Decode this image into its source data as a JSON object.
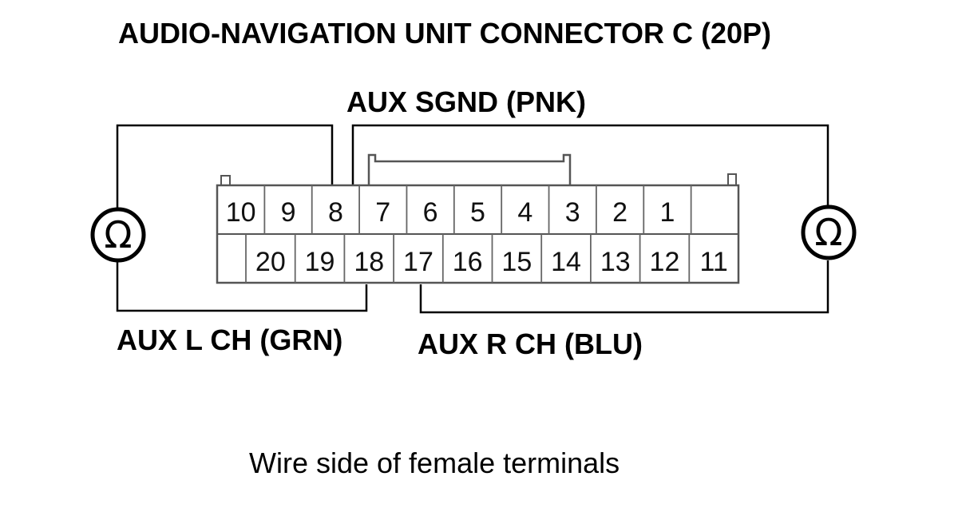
{
  "title": "AUDIO-NAVIGATION UNIT CONNECTOR C (20P)",
  "labels": {
    "aux_sgnd": "AUX SGND (PNK)",
    "aux_l_ch": "AUX L CH (GRN)",
    "aux_r_ch": "AUX R CH (BLU)"
  },
  "footer": "Wire side of female terminals",
  "connector": {
    "top_row": [
      "10",
      "9",
      "8",
      "7",
      "6",
      "5",
      "4",
      "3",
      "2",
      "1",
      ""
    ],
    "bottom_row": [
      "",
      "20",
      "19",
      "18",
      "17",
      "16",
      "15",
      "14",
      "13",
      "12",
      "11"
    ]
  },
  "meters": {
    "left_symbol": "Ω",
    "right_symbol": "Ω"
  }
}
